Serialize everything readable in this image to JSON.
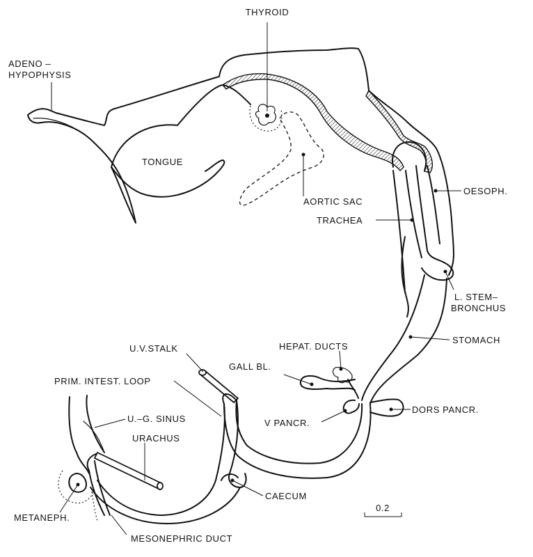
{
  "labels": {
    "thyroid": "THYROID",
    "adeno_line1": "ADENO –",
    "adeno_line2": "HYPOPHYSIS",
    "tongue": "TONGUE",
    "aortic_sac": "AORTIC SAC",
    "oesoph": "OESOPH.",
    "trachea": "TRACHEA",
    "l_stem_line1": "L. STEM–",
    "l_stem_line2": "BRONCHUS",
    "stomach": "STOMACH",
    "hepat_ducts": "HEPAT. DUCTS",
    "gall_bl": "GALL BL.",
    "uv_stalk": "U.V.STALK",
    "prim_intest_loop": "PRIM. INTEST. LOOP",
    "ug_sinus": "U.–G. SINUS",
    "urachus": "URACHUS",
    "v_pancr": "V PANCR.",
    "dors_pancr": "DORS PANCR.",
    "caecum": "CAECUM",
    "metaneph": "METANEPH.",
    "mesonephric_duct": "MESONEPHRIC DUCT"
  },
  "scale_bar": {
    "label": "0.2"
  }
}
